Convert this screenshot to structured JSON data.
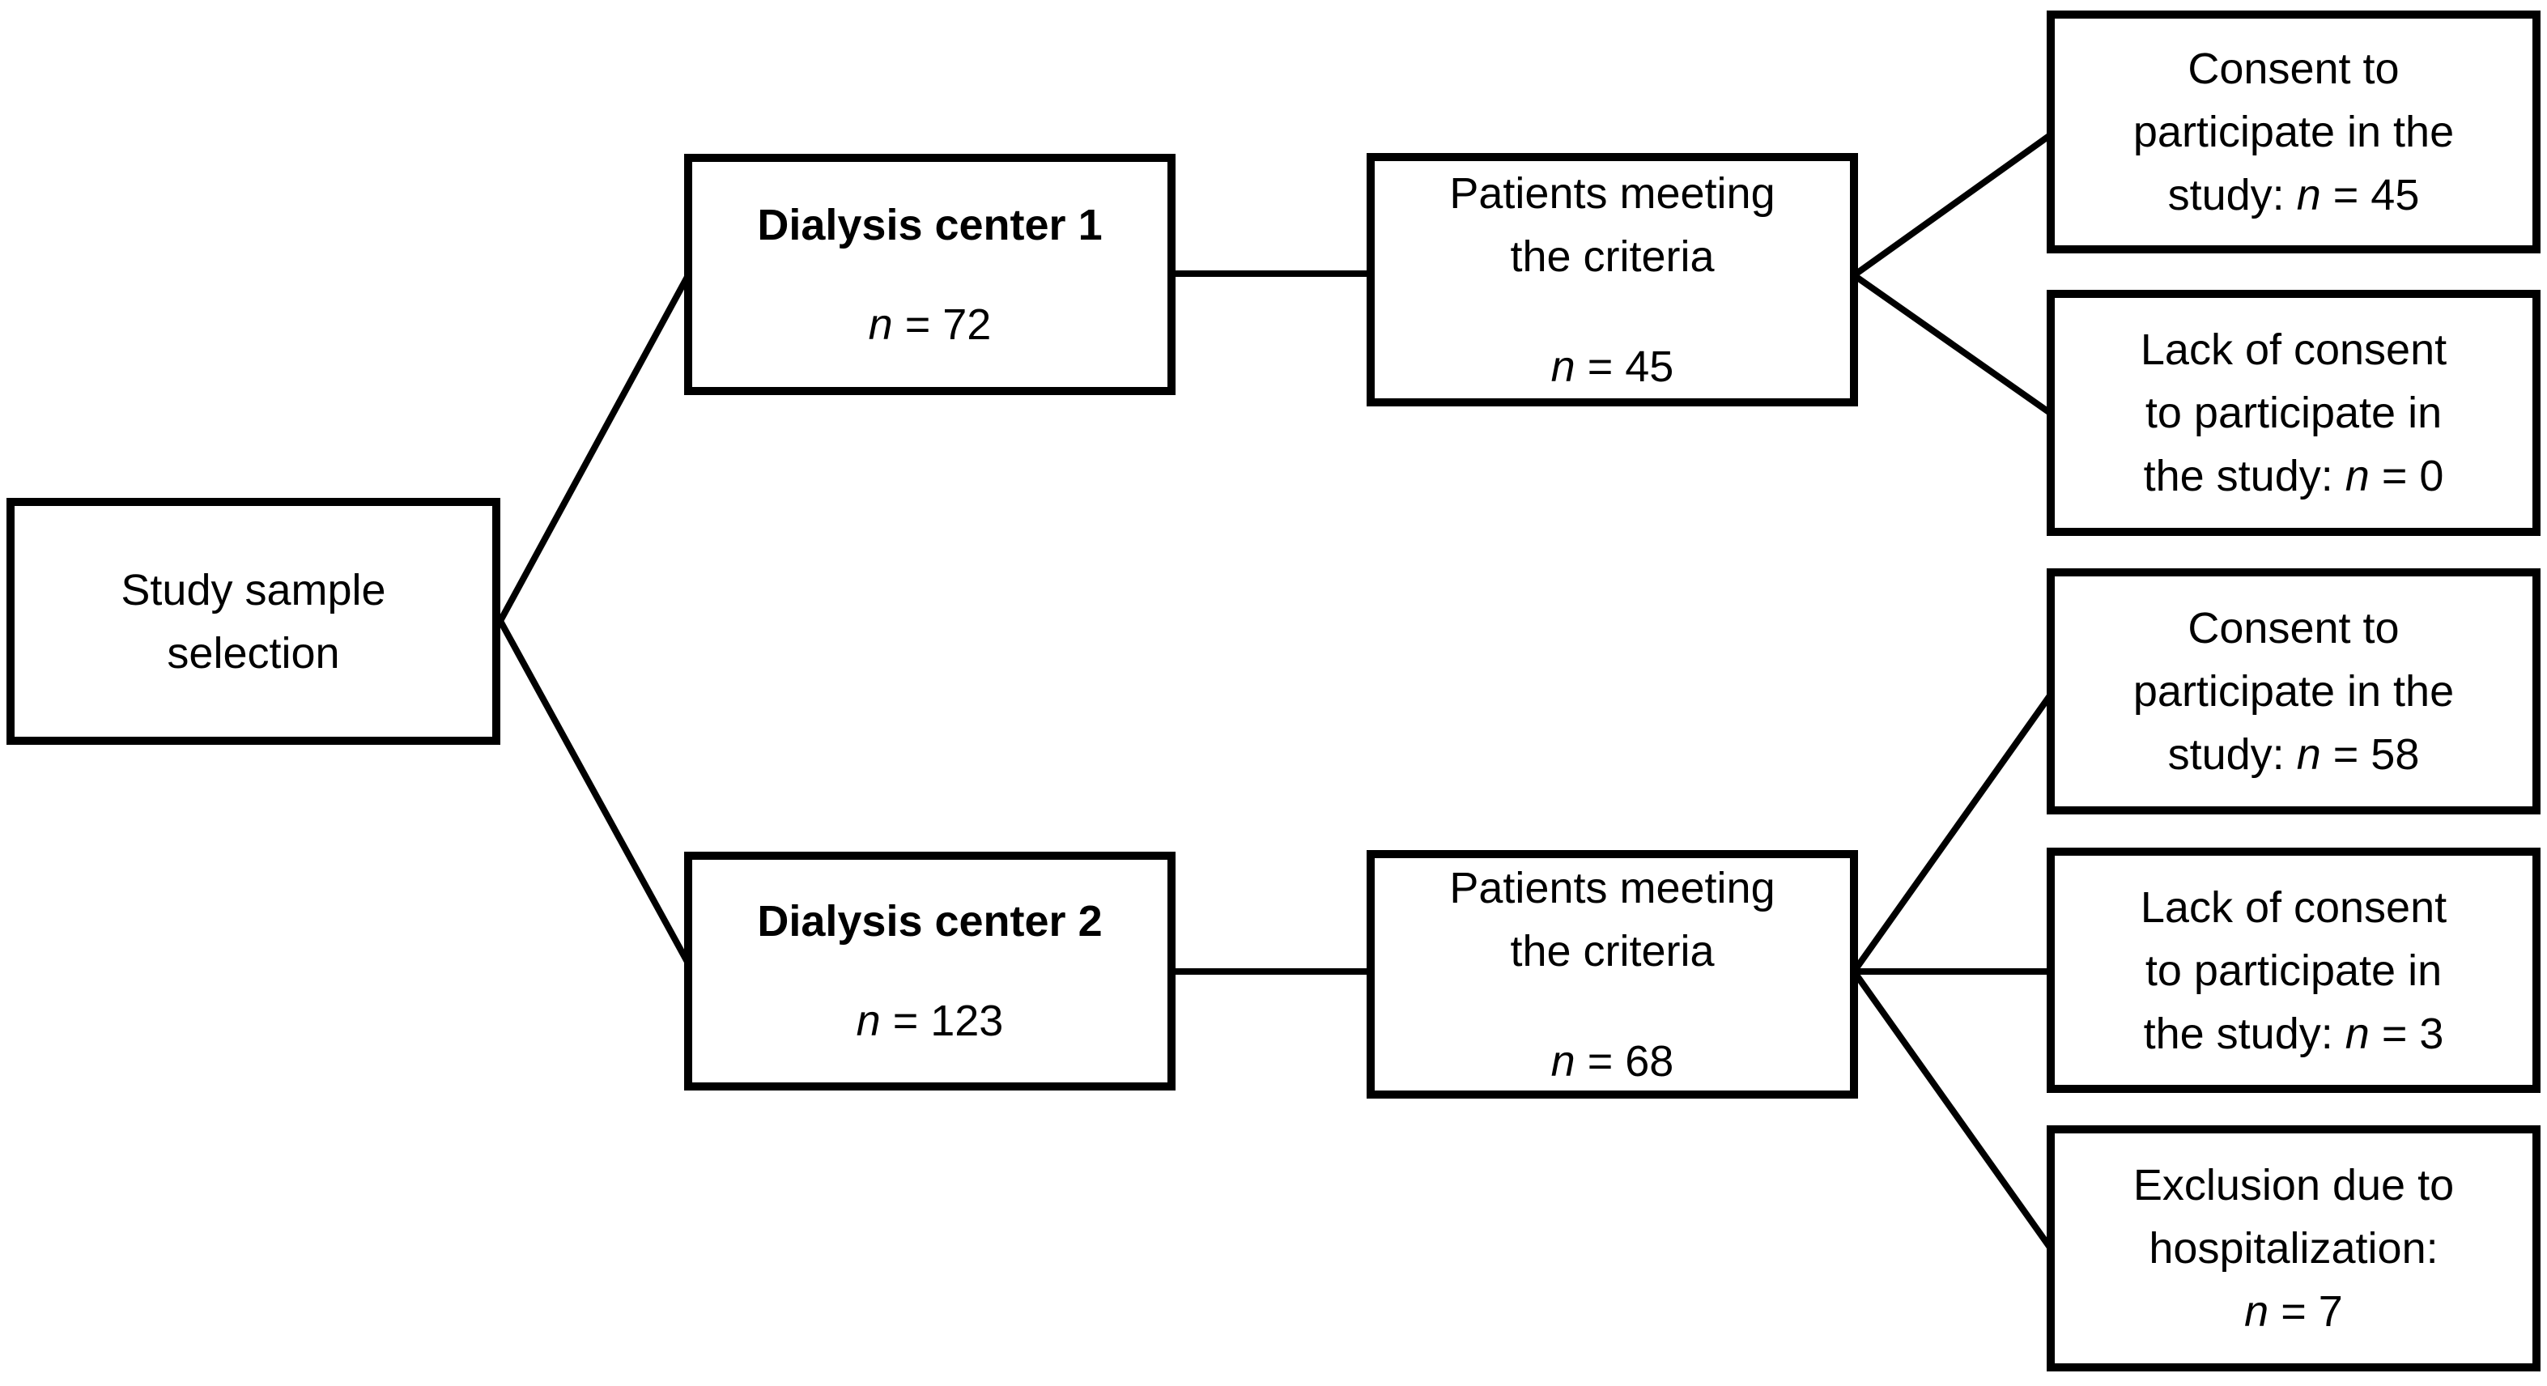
{
  "diagram": {
    "type": "flowchart",
    "background_color": "#ffffff",
    "box_fill_color": "#ffffff",
    "border_color": "#000000",
    "text_color": "#000000",
    "line_color": "#000000"
  },
  "nodes": {
    "study": {
      "line1": "Study sample",
      "line2": "selection"
    },
    "dialysis1": {
      "title": "Dialysis center 1",
      "n_symbol": "n",
      "n_rest": "= 72"
    },
    "patients1": {
      "line1": "Patients meeting",
      "line2": "the criteria",
      "n_symbol": "n",
      "n_rest": "= 45"
    },
    "consent1": {
      "line1": "Consent to",
      "line2": "participate in the",
      "line3_prefix": "study:",
      "n_symbol": "n",
      "n_rest": "= 45"
    },
    "lack1": {
      "line1": "Lack of consent",
      "line2": "to participate in",
      "line3_prefix": "the study:",
      "n_symbol": "n",
      "n_rest": "= 0"
    },
    "dialysis2": {
      "title": "Dialysis center 2",
      "n_symbol": "n",
      "n_rest": "= 123"
    },
    "patients2": {
      "line1": "Patients meeting",
      "line2": "the criteria",
      "n_symbol": "n",
      "n_rest": "= 68"
    },
    "consent2": {
      "line1": "Consent to",
      "line2": "participate in the",
      "line3_prefix": "study:",
      "n_symbol": "n",
      "n_rest": "= 58"
    },
    "lack2": {
      "line1": "Lack of consent",
      "line2": "to participate in",
      "line3_prefix": "the study:",
      "n_symbol": "n",
      "n_rest": "= 3"
    },
    "exclusion": {
      "line1": "Exclusion due to",
      "line2": "hospitalization:",
      "n_symbol": "n",
      "n_rest": "= 7"
    }
  },
  "edges": [
    {
      "from": "study",
      "to": "dialysis1"
    },
    {
      "from": "study",
      "to": "dialysis2"
    },
    {
      "from": "dialysis1",
      "to": "patients1"
    },
    {
      "from": "dialysis2",
      "to": "patients2"
    },
    {
      "from": "patients1",
      "to": "consent1"
    },
    {
      "from": "patients1",
      "to": "lack1"
    },
    {
      "from": "patients2",
      "to": "consent2"
    },
    {
      "from": "patients2",
      "to": "lack2"
    },
    {
      "from": "patients2",
      "to": "exclusion"
    }
  ]
}
